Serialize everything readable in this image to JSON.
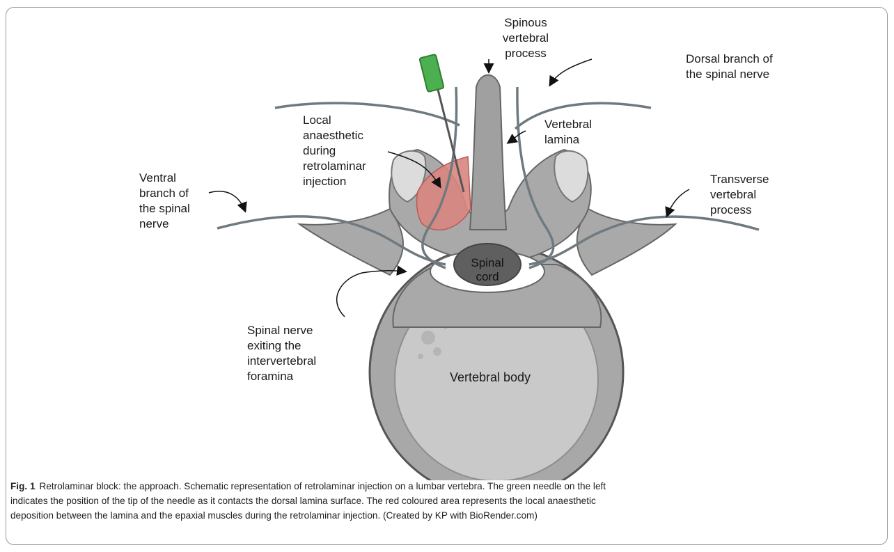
{
  "figure": {
    "labels": {
      "spinous": [
        "Spinous",
        "vertebral",
        "process"
      ],
      "dorsal_branch": [
        "Dorsal branch of",
        "the spinal nerve"
      ],
      "local_anaesthetic": [
        "Local",
        "anaesthetic",
        "during",
        "retrolaminar",
        "injection"
      ],
      "lamina": [
        "Vertebral",
        "lamina"
      ],
      "ventral_branch": [
        "Ventral",
        "branch of",
        "the spinal",
        "nerve"
      ],
      "transverse": [
        "Transverse",
        "vertebral",
        "process"
      ],
      "spinal_cord": [
        "Spinal",
        "cord"
      ],
      "spinal_nerve_exit": [
        "Spinal nerve",
        "exiting the",
        "intervertebral",
        "foramina"
      ],
      "vertebral_body": "Vertebral body"
    },
    "colors": {
      "bone": "#a9a9a9",
      "bone_dark": "#7d7d7d",
      "nerve": "#6f7a80",
      "anaesthetic": "#d9857f",
      "needle_hub": "#4caf50",
      "needle": "#555555"
    }
  },
  "caption": {
    "label": "Fig. 1",
    "line1": "Retrolaminar block: the approach. Schematic representation of retrolaminar injection on a lumbar vertebra. The green needle on the left",
    "line2": "indicates the position of the tip of the needle as it contacts the dorsal lamina surface. The red coloured area represents the local anaesthetic",
    "line3": "deposition between the lamina and the epaxial muscles during the retrolaminar injection. (Created by KP with BioRender.com)"
  }
}
